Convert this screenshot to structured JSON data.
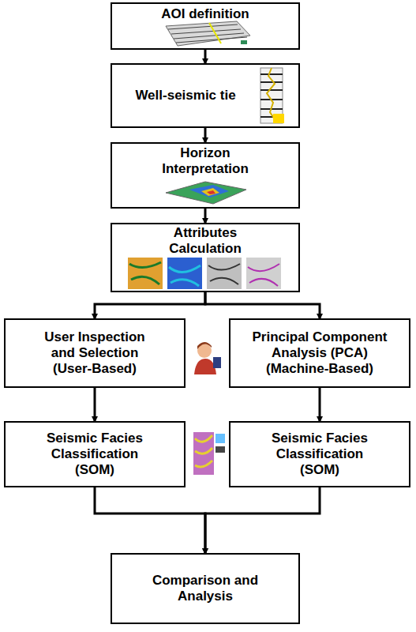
{
  "diagram": {
    "nodes": [
      {
        "text": [
          "AOI definition"
        ]
      },
      {
        "text": [
          "Well-seismic tie"
        ]
      },
      {
        "text": [
          "Horizon Interpretation"
        ]
      },
      {
        "text": [
          "Attributes Calculation"
        ]
      },
      {
        "text": [
          "User Inspection and Selection (User-Based)"
        ]
      },
      {
        "text": [
          "Principal Component Analysis (PCA) (Machine-Based)"
        ]
      },
      {
        "text": [
          "Seismic Facies Classification (SOM)"
        ]
      },
      {
        "text": [
          "Seismic Facies Classification (SOM)"
        ]
      },
      {
        "text": [
          "Comparison and Analysis"
        ]
      }
    ],
    "edges": [
      {
        "from": 0,
        "to": 1,
        "arrow": "to"
      },
      {
        "from": 1,
        "to": 2,
        "arrow": "to"
      },
      {
        "from": 2,
        "to": 3,
        "arrow": "to"
      },
      {
        "from": 3,
        "to": 4,
        "arrow": "to"
      },
      {
        "from": 3,
        "to": 5,
        "arrow": "to"
      },
      {
        "from": 4,
        "to": 6,
        "arrow": "to"
      },
      {
        "from": 5,
        "to": 7,
        "arrow": "to"
      },
      {
        "from": 6,
        "to": 8,
        "arrow": "to"
      },
      {
        "from": 7,
        "to": 8,
        "arrow": "to"
      }
    ]
  }
}
